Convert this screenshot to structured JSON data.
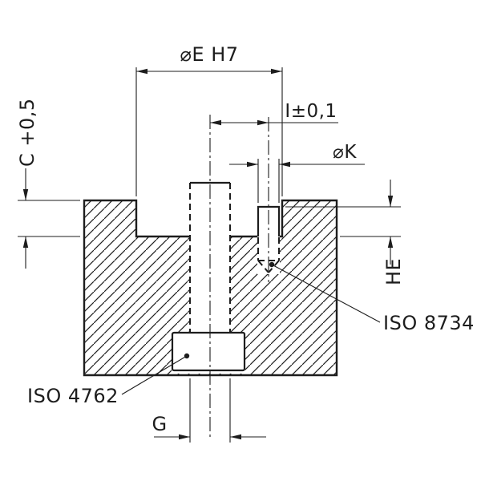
{
  "drawing": {
    "dimensions": {
      "dia_e": "⌀E H7",
      "i": "I±0,1",
      "dia_k": "⌀K",
      "c": "C +0,5",
      "he": "HE",
      "g": "G"
    },
    "annotations": {
      "pin_standard": "ISO 8734",
      "screw_standard": "ISO 4762"
    },
    "colors": {
      "line": "#1d1d1d",
      "background": "#ffffff"
    }
  }
}
